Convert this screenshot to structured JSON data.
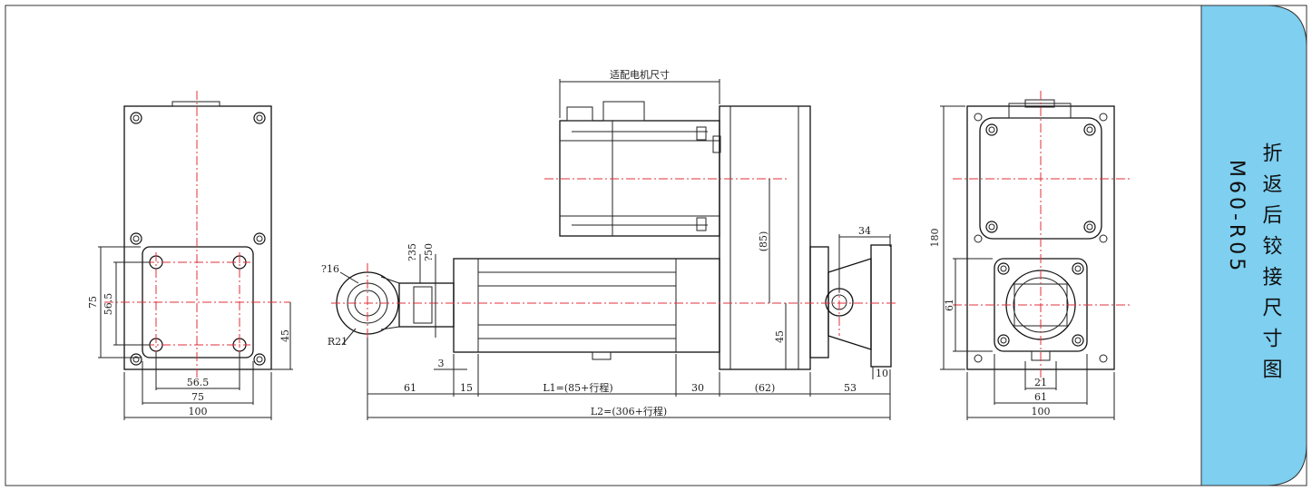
{
  "title": {
    "main": "折返后铰接尺寸图",
    "model": "M60-R05",
    "panel_color": "#7ecff0"
  },
  "colors": {
    "centerline": "#e0303a",
    "line": "#222222"
  },
  "labels": {
    "motor_size": "适配电机尺寸",
    "front": {
      "w100": "100",
      "w75": "75",
      "w56": "56.5",
      "h75": "75",
      "h56": "56.5",
      "h45": "45"
    },
    "side": {
      "d16": "?16",
      "r21": "R21",
      "d35": "?35",
      "d50": "?50",
      "d3": "3",
      "d61": "61",
      "d15": "15",
      "l1": "L1=(85+行程)",
      "d30": "30",
      "d62": "(62)",
      "d53": "53",
      "d34": "34",
      "d10": "10",
      "d85": "(85)",
      "d45": "45",
      "l2": "L2=(306+行程)"
    },
    "rear": {
      "h180": "180",
      "h61": "61",
      "w21": "21",
      "w61": "61",
      "w100": "100"
    }
  }
}
